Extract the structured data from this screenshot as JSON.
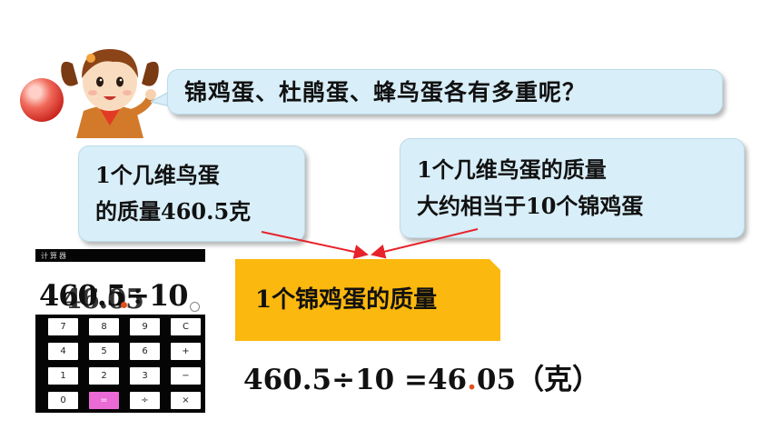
{
  "question": "锦鸡蛋、杜鹃蛋、蜂鸟蛋各有多重呢？",
  "info_left": {
    "line1": "1个几维鸟蛋",
    "line2": "的质量460.5克"
  },
  "info_right": {
    "line1": "1个几维鸟蛋的质量",
    "line2": "大约相当于10个锦鸡蛋"
  },
  "result_label": "1个锦鸡蛋的质量",
  "equation": {
    "left": "460.5",
    "operator": "÷",
    "divisor": "10",
    "equals": "=",
    "answer_int": "46",
    "answer_dot": ".",
    "answer_frac": "05",
    "unit": "（克）"
  },
  "calculator": {
    "title": "计算器",
    "display_primary": "460.5÷10",
    "display_secondary": "46.05",
    "keys": [
      "7",
      "8",
      "9",
      "C",
      "4",
      "5",
      "6",
      "+",
      "1",
      "2",
      "3",
      "−",
      "0",
      "=",
      "÷",
      "×"
    ]
  },
  "colors": {
    "bubble_bg": "#d8eef8",
    "label_bg": "#fbb80e",
    "arrow": "#e8222a",
    "equals_key": "#ea6ad6",
    "highlight_dot": "#e0501e"
  },
  "icons": {
    "avatar": "girl-avatar-icon",
    "ball": "red-ball-icon"
  }
}
